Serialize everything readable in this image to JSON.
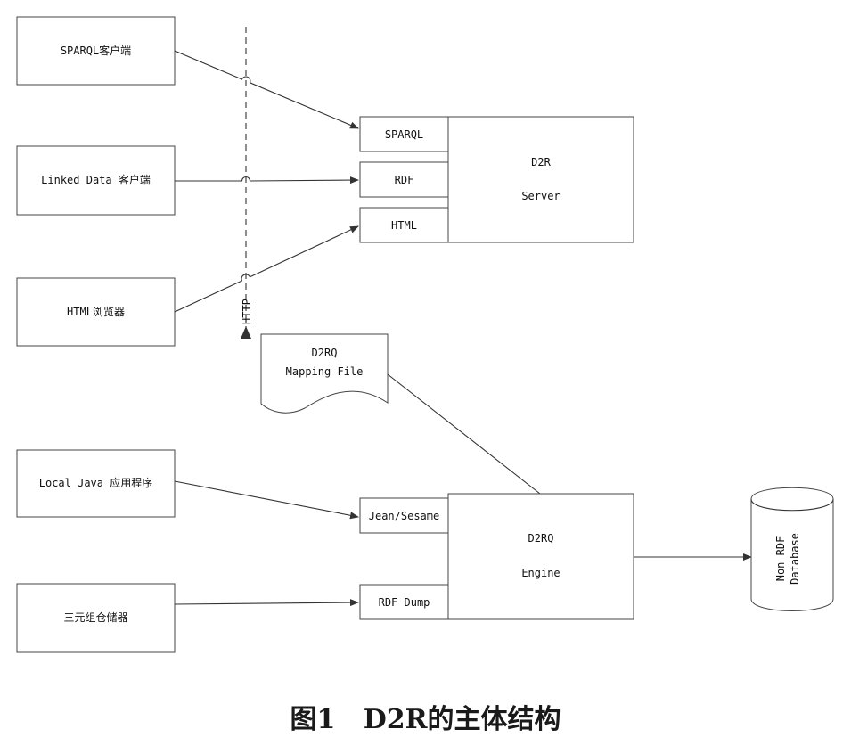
{
  "clients": {
    "sparql_client": "SPARQL客户端",
    "linked_data_client": "Linked Data 客户端",
    "html_browser": "HTML浏览器",
    "local_java_app": "Local Java 应用程序",
    "triple_store": "三元组仓储器"
  },
  "protocol_label": "HTTP",
  "server": {
    "ports": {
      "sparql": "SPARQL",
      "rdf": "RDF",
      "html": "HTML"
    },
    "title_line1": "D2R",
    "title_line2": "Server"
  },
  "mapping_file": {
    "line1": "D2RQ",
    "line2": "Mapping File"
  },
  "engine": {
    "ports": {
      "jena_sesame": "Jean/Sesame",
      "rdf_dump": "RDF Dump"
    },
    "title_line1": "D2RQ",
    "title_line2": "Engine"
  },
  "database": {
    "line1": "Non-RDF",
    "line2": "Database"
  },
  "caption": "图1   D2R的主体结构"
}
